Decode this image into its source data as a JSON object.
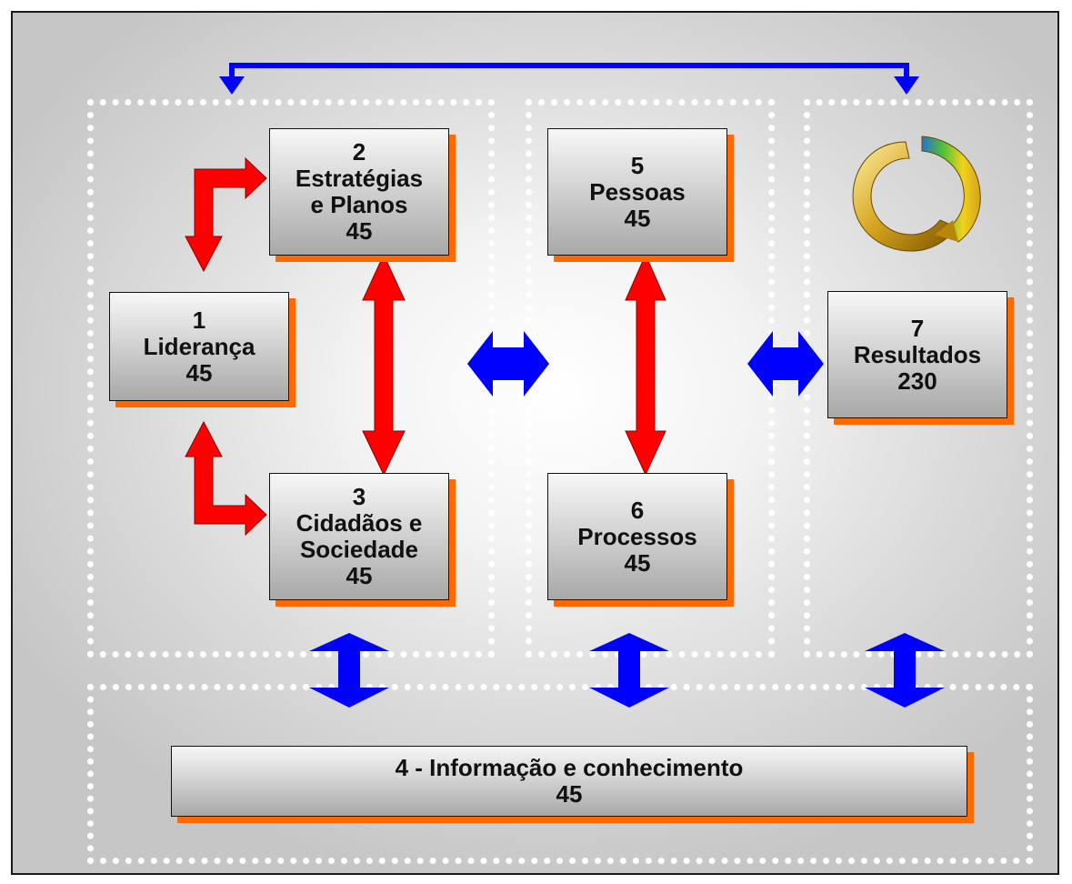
{
  "colors": {
    "box_shadow": "#ff6a00",
    "red_arrow": "#ff0000",
    "blue_arrow": "#0000ff",
    "dashed_border": "#ffffff"
  },
  "boxes": {
    "lideranca": {
      "number": "1",
      "line1": "Liderança",
      "score": "45"
    },
    "estrategias": {
      "number": "2",
      "line1": "Estratégias",
      "line2": "e Planos",
      "score": "45"
    },
    "cidadaos": {
      "number": "3",
      "line1": "Cidadãos e",
      "line2": "Sociedade",
      "score": "45"
    },
    "informacao": {
      "title": "4 - Informação e conhecimento",
      "score": "45"
    },
    "pessoas": {
      "number": "5",
      "line1": "Pessoas",
      "score": "45"
    },
    "processos": {
      "number": "6",
      "line1": "Processos",
      "score": "45"
    },
    "resultados": {
      "number": "7",
      "line1": "Resultados",
      "score": "230"
    }
  },
  "logo_icon": "gespublica-cycle-logo-icon"
}
